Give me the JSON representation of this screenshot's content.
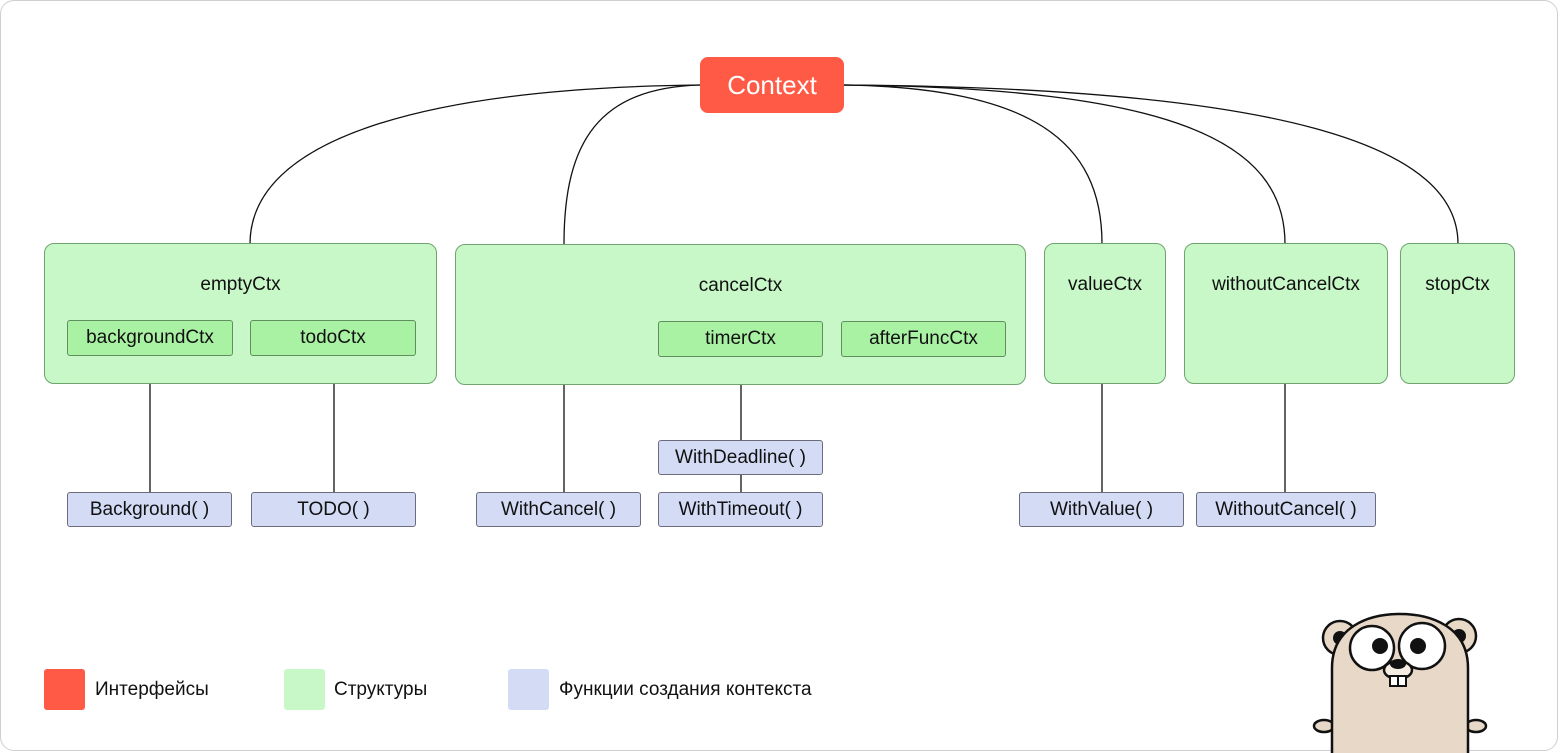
{
  "root": {
    "label": "Context"
  },
  "structs": {
    "emptyCtx": {
      "label": "emptyCtx",
      "children": [
        "backgroundCtx",
        "todoCtx"
      ]
    },
    "cancelCtx": {
      "label": "cancelCtx",
      "children": [
        "timerCtx",
        "afterFuncCtx"
      ]
    },
    "valueCtx": {
      "label": "valueCtx"
    },
    "withoutCancelCtx": {
      "label": "withoutCancelCtx"
    },
    "stopCtx": {
      "label": "stopCtx"
    }
  },
  "functions": {
    "background": "Background( )",
    "todo": "TODO( )",
    "withCancel": "WithCancel( )",
    "withDeadline": "WithDeadline( )",
    "withTimeout": "WithTimeout( )",
    "withValue": "WithValue( )",
    "withoutCancel": "WithoutCancel( )"
  },
  "legend": [
    {
      "label": "Интерфейсы",
      "color": "#ff5a45"
    },
    {
      "label": "Структуры",
      "color": "#c8f7c8"
    },
    {
      "label": "Функции создания контекста",
      "color": "#d3dbf5"
    }
  ],
  "colors": {
    "interface": "#ff5a45",
    "struct": "#c8f7c8",
    "substruct": "#a9f1a3",
    "function": "#d3dbf5"
  }
}
